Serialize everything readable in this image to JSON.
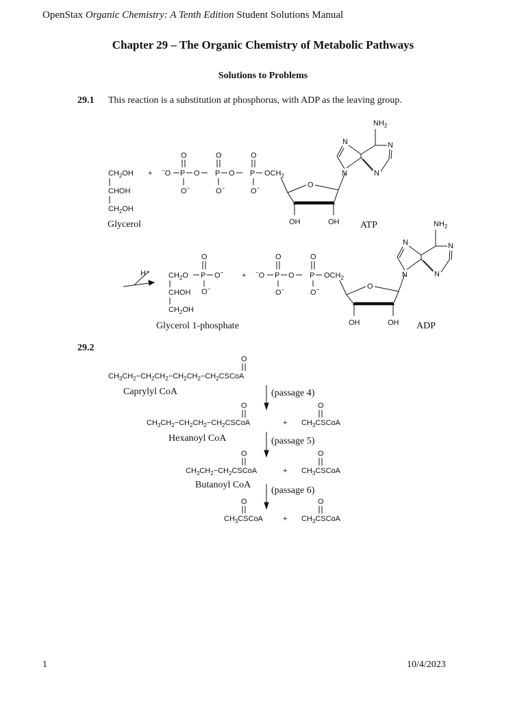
{
  "header": {
    "prefix": "OpenStax ",
    "italic": "Organic Chemistry: A Tenth Edition",
    "suffix": " Student Solutions Manual"
  },
  "chapter_title": "Chapter 29 – The Organic Chemistry of Metabolic Pathways",
  "section_title": "Solutions to Problems",
  "problems": [
    {
      "number": "29.1",
      "text": "This reaction is a substitution at phosphorus, with ADP as the leaving group."
    },
    {
      "number": "29.2",
      "text": ""
    }
  ],
  "p1": {
    "glycerol_label": "Glycerol",
    "atp_label": "ATP",
    "product_label": "Glycerol 1-phosphate",
    "adp_label": "ADP",
    "catalyst": "H⁺"
  },
  "p2": {
    "compounds": [
      "Caprylyl CoA",
      "Hexanoyl CoA",
      "Butanoyl CoA"
    ],
    "passages": [
      "(passage 4)",
      "(passage 5)",
      "(passage 6)"
    ]
  },
  "footer": {
    "page": "1",
    "date": "10/4/2023"
  }
}
